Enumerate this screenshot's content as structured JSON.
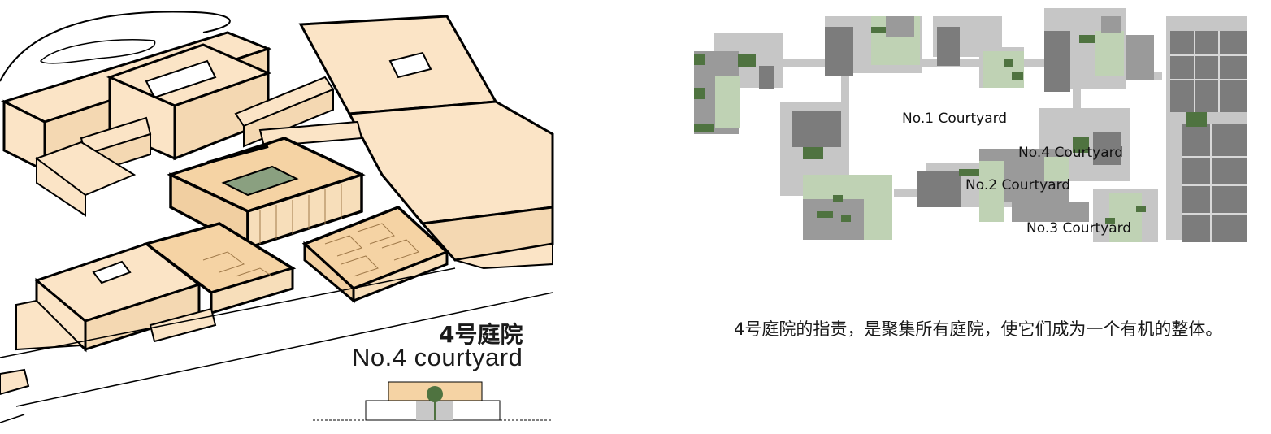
{
  "axon": {
    "title_zh": "4号庭院",
    "title_en": "No.4 courtyard"
  },
  "plan": {
    "courtyards": [
      "No.1 Courtyard",
      "No.4 Courtyard",
      "No.2 Courtyard",
      "No.3 Courtyard"
    ]
  },
  "description": "4号庭院的指责，是聚集所有庭院，使它们成为一个有机的整体。",
  "colors": {
    "building_fill": "#fbe4c6",
    "building_stroke": "#000000",
    "highlight_fill": "#f5d3a4",
    "courtyard_green": "#8aa080",
    "plan_light_gray": "#c6c6c6",
    "plan_dark_gray": "#7c7c7c",
    "plan_green": "#4f7340",
    "plan_light_green": "#bfd2b4"
  }
}
